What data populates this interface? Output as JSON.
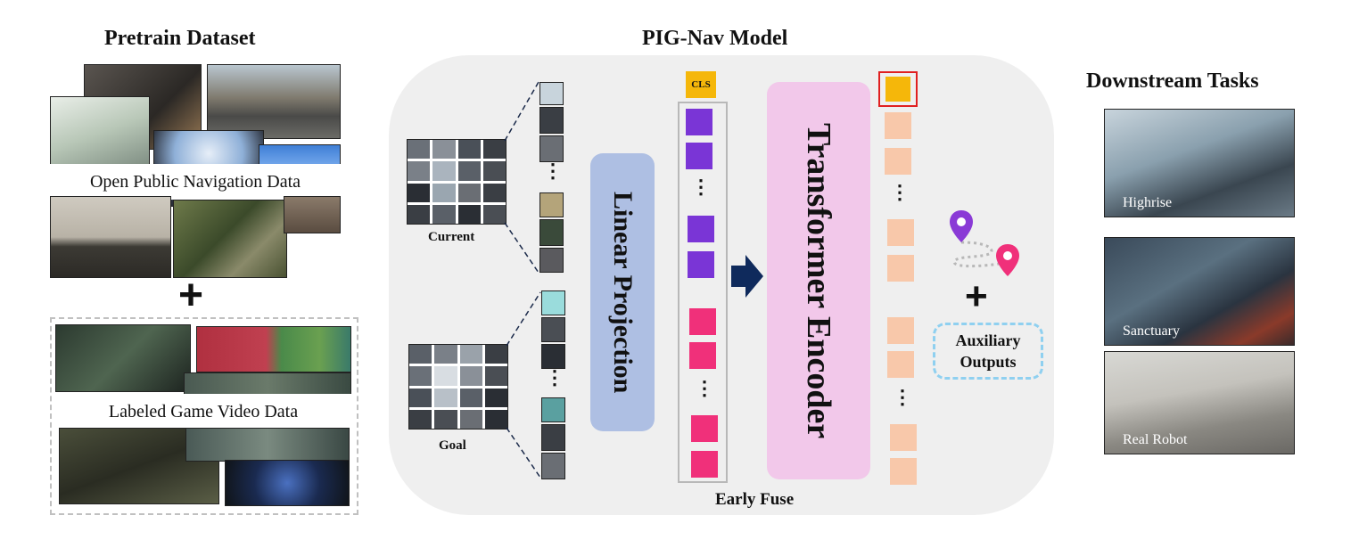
{
  "pretrain": {
    "title": "Pretrain Dataset",
    "public_caption": "Open Public Navigation Data",
    "game_caption": "Labeled Game Video Data",
    "plus": "+"
  },
  "model": {
    "title": "PIG-Nav Model",
    "current_label": "Current",
    "goal_label": "Goal",
    "linear_projection": "Linear Projection",
    "transformer_encoder": "Transformer Encoder",
    "cls_label": "CLS",
    "early_fuse": "Early Fuse",
    "dots": "⋮",
    "plus": "+",
    "auxiliary_outputs": "Auxiliary Outputs"
  },
  "downstream": {
    "title": "Downstream Tasks",
    "tasks": [
      {
        "label": "Highrise"
      },
      {
        "label": "Sanctuary"
      },
      {
        "label": "Real Robot"
      }
    ]
  },
  "colors": {
    "model_bg": "#efefef",
    "linear_projection_box": "#aebfe3",
    "transformer_box": "#f2c8ea",
    "cls_token": "#f5b70a",
    "current_tokens": "#7a35d6",
    "goal_tokens": "#f0307a",
    "output_tokens": "#f8c8aa",
    "arrow": "#0f2a5c",
    "aux_border": "#8fd0f0",
    "cls_highlight_border": "#e02020"
  },
  "icons": [
    "location-pin-icon",
    "arrow-right-icon"
  ]
}
